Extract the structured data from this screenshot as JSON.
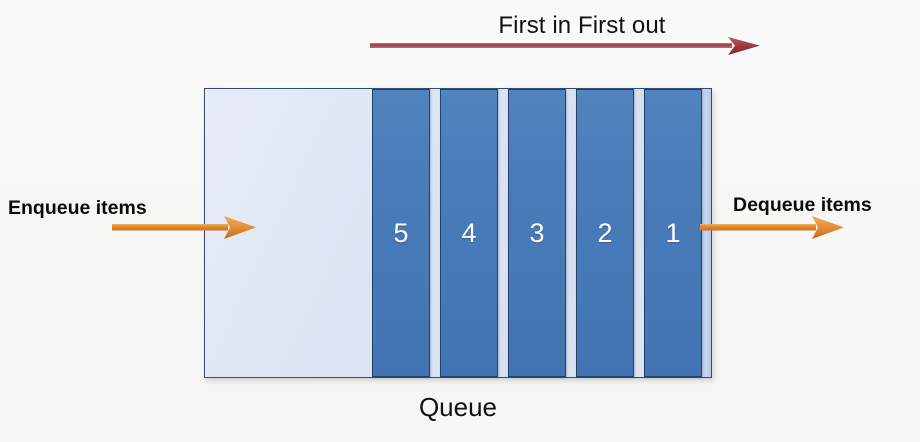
{
  "diagram": {
    "title": "First in First out",
    "caption": "Queue",
    "background_color": "#f8f8f7"
  },
  "fifo_arrow": {
    "name": "first-in-first-out-arrow",
    "direction": "right",
    "color": "#9c3a44",
    "shaft_color": "#b4555d"
  },
  "queue": {
    "container_fill": "#dde5f4",
    "container_border": "#2e4d73",
    "cell_fill": "#4a7cba",
    "cell_border": "#22426b",
    "cell_text_color": "#ffffff",
    "empty_slots": 3,
    "cells": [
      {
        "value": "5"
      },
      {
        "value": "4"
      },
      {
        "value": "3"
      },
      {
        "value": "2"
      },
      {
        "value": "1"
      }
    ]
  },
  "enqueue": {
    "label": "Enqueue items",
    "arrow_color": "#e08a2e",
    "direction": "right"
  },
  "dequeue": {
    "label": "Dequeue items",
    "arrow_color": "#e08a2e",
    "direction": "right"
  }
}
